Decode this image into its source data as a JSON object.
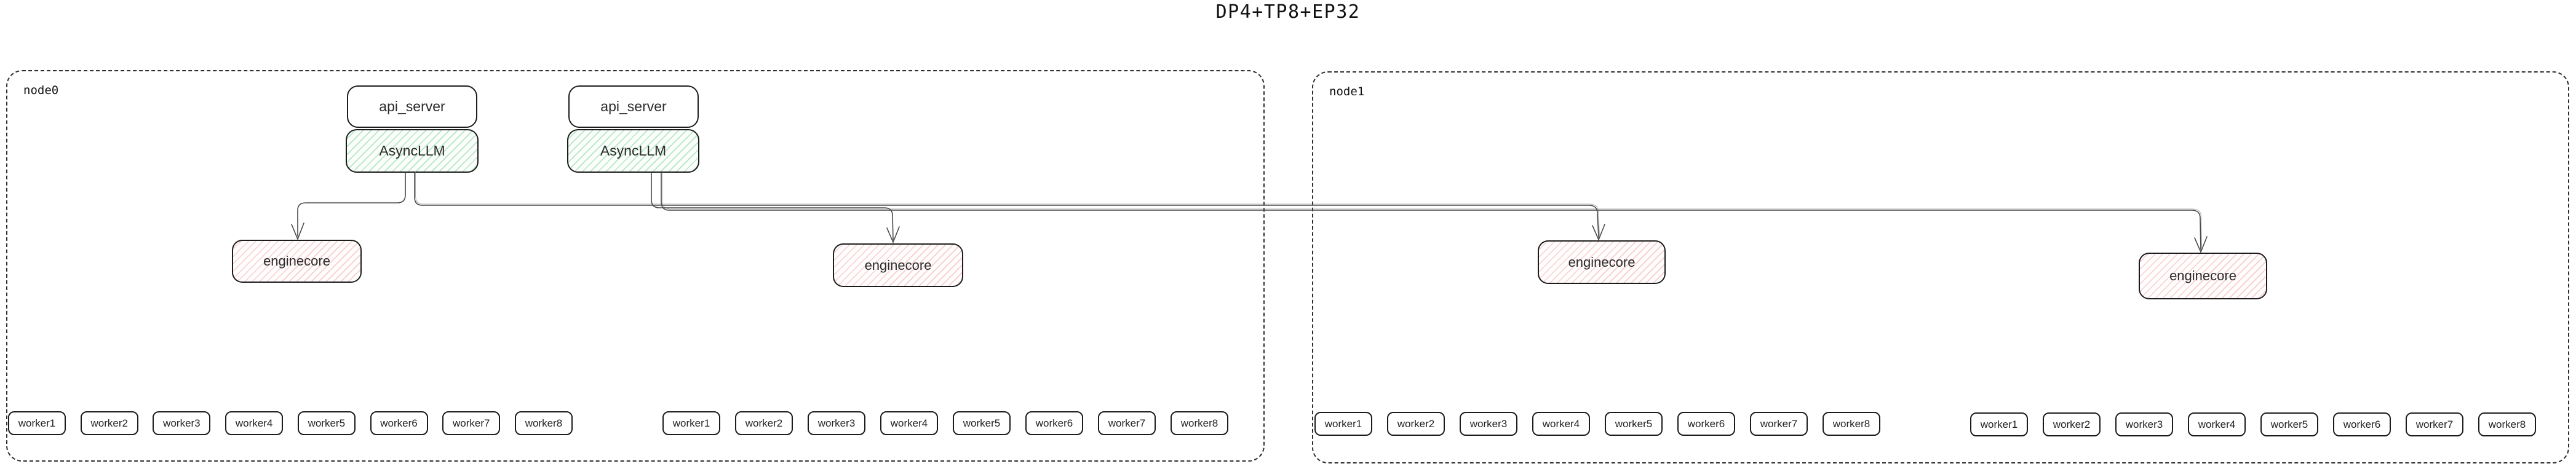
{
  "title": "DP4+TP8+EP32",
  "colors": {
    "box_border": "#1c1c1c",
    "node_border": "#2e2e2e",
    "edge_line": "#4a4a4a",
    "green_hatch": "#78d296",
    "pink_hatch": "#f09e9e",
    "background": "#ffffff"
  },
  "nodes": [
    {
      "label": "node0",
      "api_servers": [
        {
          "api_server": "api_server",
          "async_llm": "AsyncLLM"
        },
        {
          "api_server": "api_server",
          "async_llm": "AsyncLLM"
        }
      ],
      "enginecores": [
        "enginecore",
        "enginecore"
      ],
      "worker_groups": [
        [
          "worker1",
          "worker2",
          "worker3",
          "worker4",
          "worker5",
          "worker6",
          "worker7",
          "worker8"
        ],
        [
          "worker1",
          "worker2",
          "worker3",
          "worker4",
          "worker5",
          "worker6",
          "worker7",
          "worker8"
        ]
      ]
    },
    {
      "label": "node1",
      "api_servers": [],
      "enginecores": [
        "enginecore",
        "enginecore"
      ],
      "worker_groups": [
        [
          "worker1",
          "worker2",
          "worker3",
          "worker4",
          "worker5",
          "worker6",
          "worker7",
          "worker8"
        ],
        [
          "worker1",
          "worker2",
          "worker3",
          "worker4",
          "worker5",
          "worker6",
          "worker7",
          "worker8"
        ]
      ]
    }
  ]
}
